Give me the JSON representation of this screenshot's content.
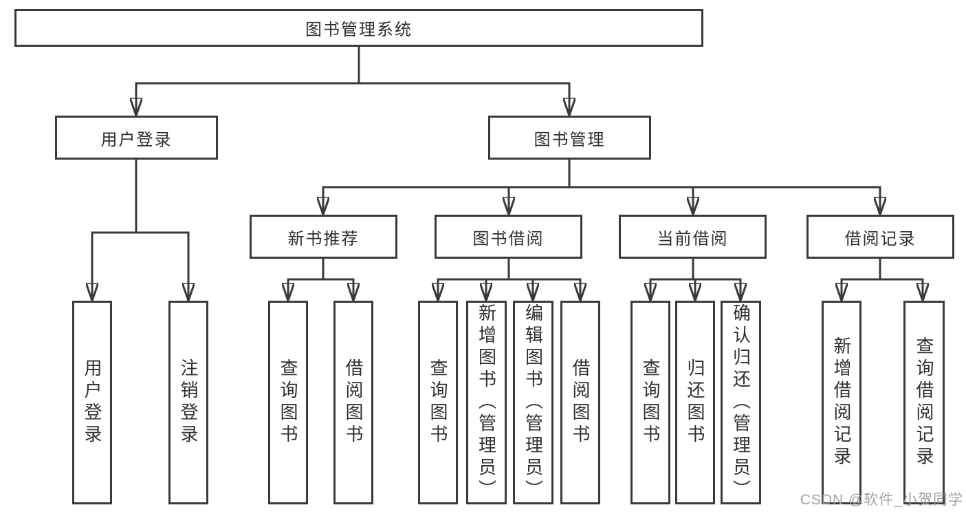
{
  "title": {
    "label": "图书管理系统"
  },
  "level2": {
    "user_login": {
      "label": "用户登录"
    },
    "book_mgmt": {
      "label": "图书管理"
    }
  },
  "level3": {
    "new_books": {
      "label": "新书推荐"
    },
    "borrowing": {
      "label": "图书借阅"
    },
    "current": {
      "label": "当前借阅"
    },
    "records": {
      "label": "借阅记录"
    }
  },
  "leaves": {
    "user_login": [
      "用户登录",
      "注销登录"
    ],
    "new_books": [
      "查询图书",
      "借阅图书"
    ],
    "borrowing": [
      "查询图书",
      "新增图书（管理员）",
      "编辑图书（管理员）",
      "借阅图书"
    ],
    "current": [
      "查询图书",
      "归还图书",
      "确认归还（管理员）"
    ],
    "records": [
      "新增借阅记录",
      "查询借阅记录"
    ]
  },
  "watermark": {
    "text": "CSDN @软件_小贺同学"
  },
  "colors": {
    "line": "#3a3a3a",
    "text": "#2f2f2f",
    "background": "#ffffff",
    "watermark": "#9c9c9c"
  }
}
